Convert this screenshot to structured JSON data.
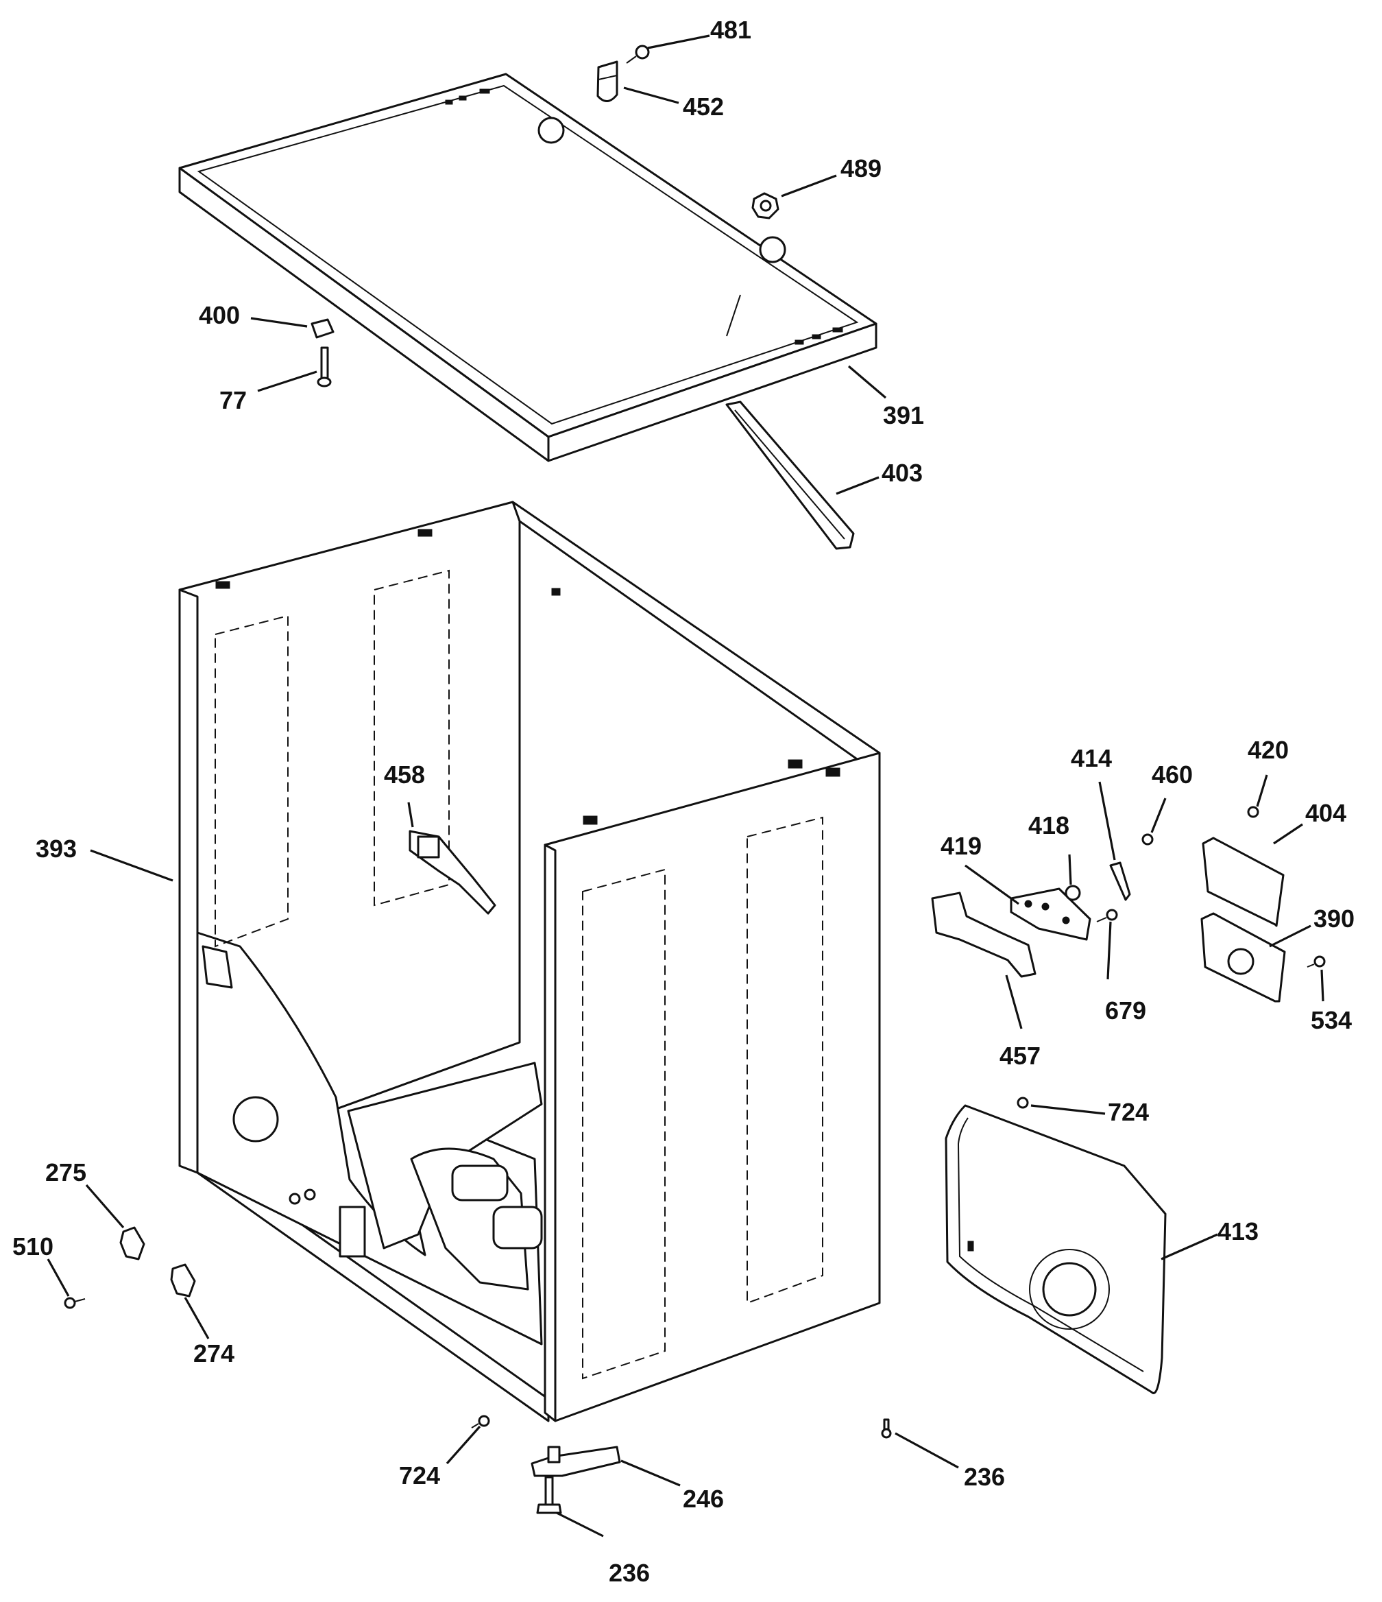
{
  "callouts": [
    {
      "id": "481",
      "label": "481"
    },
    {
      "id": "452",
      "label": "452"
    },
    {
      "id": "489",
      "label": "489"
    },
    {
      "id": "400",
      "label": "400"
    },
    {
      "id": "77",
      "label": "77"
    },
    {
      "id": "391",
      "label": "391"
    },
    {
      "id": "403",
      "label": "403"
    },
    {
      "id": "458",
      "label": "458"
    },
    {
      "id": "393",
      "label": "393"
    },
    {
      "id": "414",
      "label": "414"
    },
    {
      "id": "460",
      "label": "460"
    },
    {
      "id": "420",
      "label": "420"
    },
    {
      "id": "404",
      "label": "404"
    },
    {
      "id": "418",
      "label": "418"
    },
    {
      "id": "419",
      "label": "419"
    },
    {
      "id": "390",
      "label": "390"
    },
    {
      "id": "679",
      "label": "679"
    },
    {
      "id": "534",
      "label": "534"
    },
    {
      "id": "457",
      "label": "457"
    },
    {
      "id": "724a",
      "label": "724"
    },
    {
      "id": "413",
      "label": "413"
    },
    {
      "id": "275",
      "label": "275"
    },
    {
      "id": "510",
      "label": "510"
    },
    {
      "id": "274",
      "label": "274"
    },
    {
      "id": "724b",
      "label": "724"
    },
    {
      "id": "246",
      "label": "246"
    },
    {
      "id": "236a",
      "label": "236"
    },
    {
      "id": "236b",
      "label": "236"
    }
  ]
}
